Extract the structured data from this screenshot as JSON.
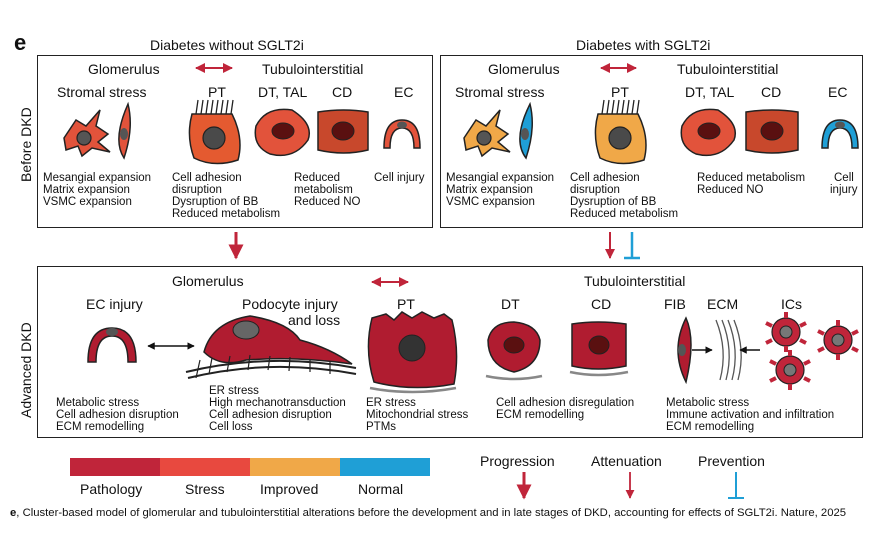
{
  "panel_letter": "e",
  "titles": {
    "without": "Diabetes without SGLT2i",
    "with": "Diabetes with SGLT2i"
  },
  "row_labels": {
    "before": "Before DKD",
    "advanced": "Advanced DKD"
  },
  "before_left": {
    "glomerulus": "Glomerulus",
    "tubulo": "Tubulointerstitial",
    "stromal": "Stromal stress",
    "pt": "PT",
    "dt_tal": "DT, TAL",
    "cd": "CD",
    "ec": "EC",
    "mesangial_desc": [
      "Mesangial expansion",
      "Matrix expansion",
      "VSMC expansion"
    ],
    "pt_desc": [
      "Cell adhesion",
      "disruption",
      "Dysruption of BB",
      "Reduced metabolism"
    ],
    "cd_desc": [
      "Reduced",
      "metabolism",
      "Reduced NO"
    ],
    "ec_desc": [
      "Cell injury"
    ]
  },
  "before_right": {
    "glomerulus": "Glomerulus",
    "tubulo": "Tubulointerstitial",
    "stromal": "Stromal stress",
    "pt": "PT",
    "dt_tal": "DT, TAL",
    "cd": "CD",
    "ec": "EC",
    "mesangial_desc": [
      "Mesangial expansion",
      "Matrix expansion",
      "VSMC expansion"
    ],
    "pt_desc": [
      "Cell adhesion",
      "disruption",
      "Dysruption of BB",
      "Reduced metabolism"
    ],
    "cd_desc": [
      "Reduced metabolism",
      "Reduced NO"
    ],
    "ec_desc": [
      "Cell",
      "injury"
    ]
  },
  "advanced": {
    "glomerulus": "Glomerulus",
    "tubulo": "Tubulointerstitial",
    "ec_injury": "EC injury",
    "podocyte": [
      "Podocyte injury",
      "and loss"
    ],
    "pt": "PT",
    "dt": "DT",
    "cd": "CD",
    "fib": "FIB",
    "ecm": "ECM",
    "ics": "ICs",
    "ec_desc": [
      "Metabolic stress",
      "Cell adhesion disruption",
      "ECM remodelling"
    ],
    "podo_desc": [
      "ER stress",
      "High mechanotransduction",
      "Cell adhesion disruption",
      "Cell loss"
    ],
    "pt_desc": [
      "ER stress",
      "Mitochondrial stress",
      "PTMs"
    ],
    "dtcd_desc": [
      "Cell adhesion disregulation",
      "ECM remodelling"
    ],
    "fib_desc": [
      "Metabolic stress",
      "Immune activation and infiltration",
      "ECM remodelling"
    ]
  },
  "legend": [
    {
      "label": "Pathology",
      "color": "#c0253a"
    },
    {
      "label": "Stress",
      "color": "#e8493f"
    },
    {
      "label": "Improved",
      "color": "#f0a848"
    },
    {
      "label": "Normal",
      "color": "#1f9fd6"
    }
  ],
  "arrow_legend": {
    "progression": "Progression",
    "attenuation": "Attenuation",
    "prevention": "Prevention"
  },
  "colors": {
    "pathology": "#c0253a",
    "stress": "#e8493f",
    "improved": "#f0a848",
    "normal": "#1f9fd6",
    "arrow_red": "#c0253a",
    "arrow_blue": "#1f9fd6"
  },
  "caption": {
    "letter": "e",
    "text": ", Cluster-based model of glomerular and tubulointerstitial alterations before the development and in late stages of DKD, accounting for effects of SGLT2i. Nature, 2025"
  }
}
